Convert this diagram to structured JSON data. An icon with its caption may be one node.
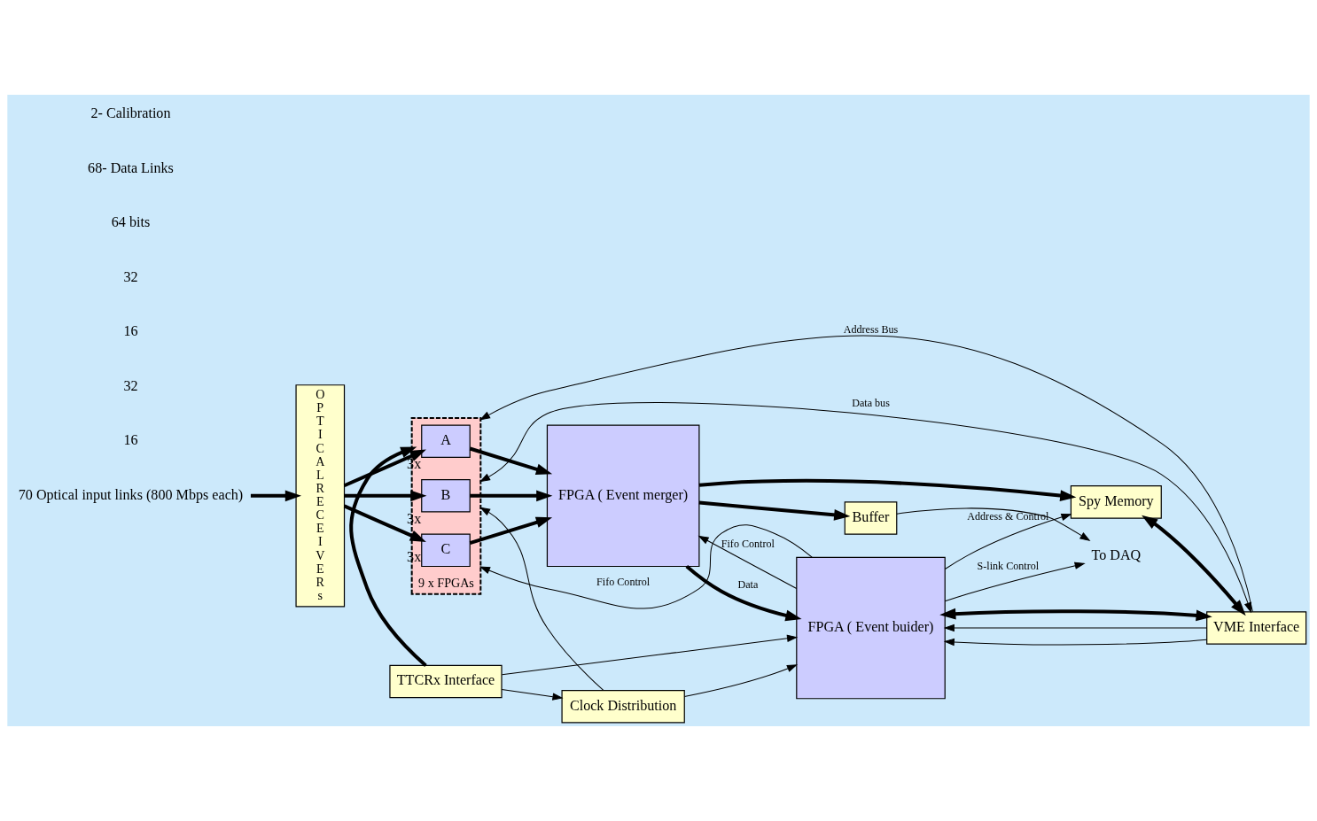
{
  "diagram": {
    "nodes": [
      {
        "text": [
          "O P T I C A L R E C E I V E R s"
        ]
      },
      {
        "text": [],
        "shape": "box",
        "beside": [
          "9 x FPGAs"
        ]
      },
      {
        "text": [
          "A"
        ],
        "in": 1,
        "beside": [
          "3x"
        ]
      },
      {
        "text": [
          "B"
        ],
        "in": 1,
        "beside": [
          "3x"
        ]
      },
      {
        "text": [
          "C"
        ],
        "in": 1,
        "beside": [
          "3x"
        ]
      },
      {
        "text": [
          "FPGA ( Event merger)"
        ]
      },
      {
        "text": [
          "FPGA ( Event buider)"
        ]
      },
      {
        "text": [
          "VME Interface"
        ]
      },
      {
        "text": [
          "Spy Memory"
        ]
      },
      {
        "text": [
          "Buffer"
        ]
      },
      {
        "text": [
          "Clock Distribution"
        ]
      },
      {
        "text": [
          "TTCRx Interface"
        ]
      },
      {
        "text": [
          "70 Optical input links (800 Mbps each)"
        ]
      },
      {
        "text": [
          "To DAQ"
        ]
      }
    ],
    "edges": [
      {
        "from": 12,
        "to": 0,
        "arrow": "to",
        "style": "thick"
      },
      {
        "from": 0,
        "to": 2,
        "arrow": "to",
        "style": "thick"
      },
      {
        "from": 0,
        "to": 3,
        "arrow": "to",
        "style": "thick"
      },
      {
        "from": 0,
        "to": 4,
        "arrow": "to",
        "style": "thick"
      },
      {
        "from": 2,
        "to": 5,
        "arrow": "to",
        "style": "thick"
      },
      {
        "from": 3,
        "to": 5,
        "arrow": "to",
        "style": "thick"
      },
      {
        "from": 4,
        "to": 5,
        "arrow": "to",
        "style": "thick"
      },
      {
        "from": 6,
        "to": 5,
        "arrow": "to",
        "label": "Fifo Control"
      },
      {
        "from": 5,
        "to": 6,
        "arrow": "to",
        "label": "Data",
        "style": "thick"
      },
      {
        "from": 5,
        "to": 8,
        "arrow": "to",
        "style": "thick"
      },
      {
        "from": 5,
        "to": 9,
        "arrow": "to",
        "style": "thick"
      },
      {
        "from": 6,
        "to": 8,
        "arrow": "to",
        "label": "Address & Control"
      },
      {
        "from": 7,
        "to": 1,
        "arrow": "to",
        "label": "Address Bus"
      },
      {
        "from": 7,
        "to": 6,
        "arrow": "to"
      },
      {
        "from": 7,
        "to": 1,
        "arrow": "both",
        "label": "Data bus"
      },
      {
        "from": 7,
        "to": 6,
        "arrow": "to"
      },
      {
        "from": 8,
        "to": 7,
        "arrow": "both",
        "style": "thick"
      },
      {
        "from": 7,
        "to": 6,
        "arrow": "both",
        "style": "thick"
      },
      {
        "from": 9,
        "to": 13,
        "arrow": "to"
      },
      {
        "from": 6,
        "to": 13,
        "arrow": "to",
        "label": "S-link Control"
      },
      {
        "from": 6,
        "to": 1,
        "arrow": "to",
        "label": "Fifo Control"
      },
      {
        "from": 11,
        "to": 1,
        "arrow": "to",
        "style": "thick"
      },
      {
        "from": 11,
        "to": 6,
        "arrow": "to"
      },
      {
        "from": 11,
        "to": 10,
        "arrow": "to"
      },
      {
        "from": 10,
        "to": 1,
        "arrow": "to"
      },
      {
        "from": 10,
        "to": 6,
        "arrow": "to"
      }
    ],
    "labels": [
      "16",
      "32",
      "16",
      "32",
      "64 bits",
      "68- Data Links",
      "2- Calibration"
    ]
  }
}
